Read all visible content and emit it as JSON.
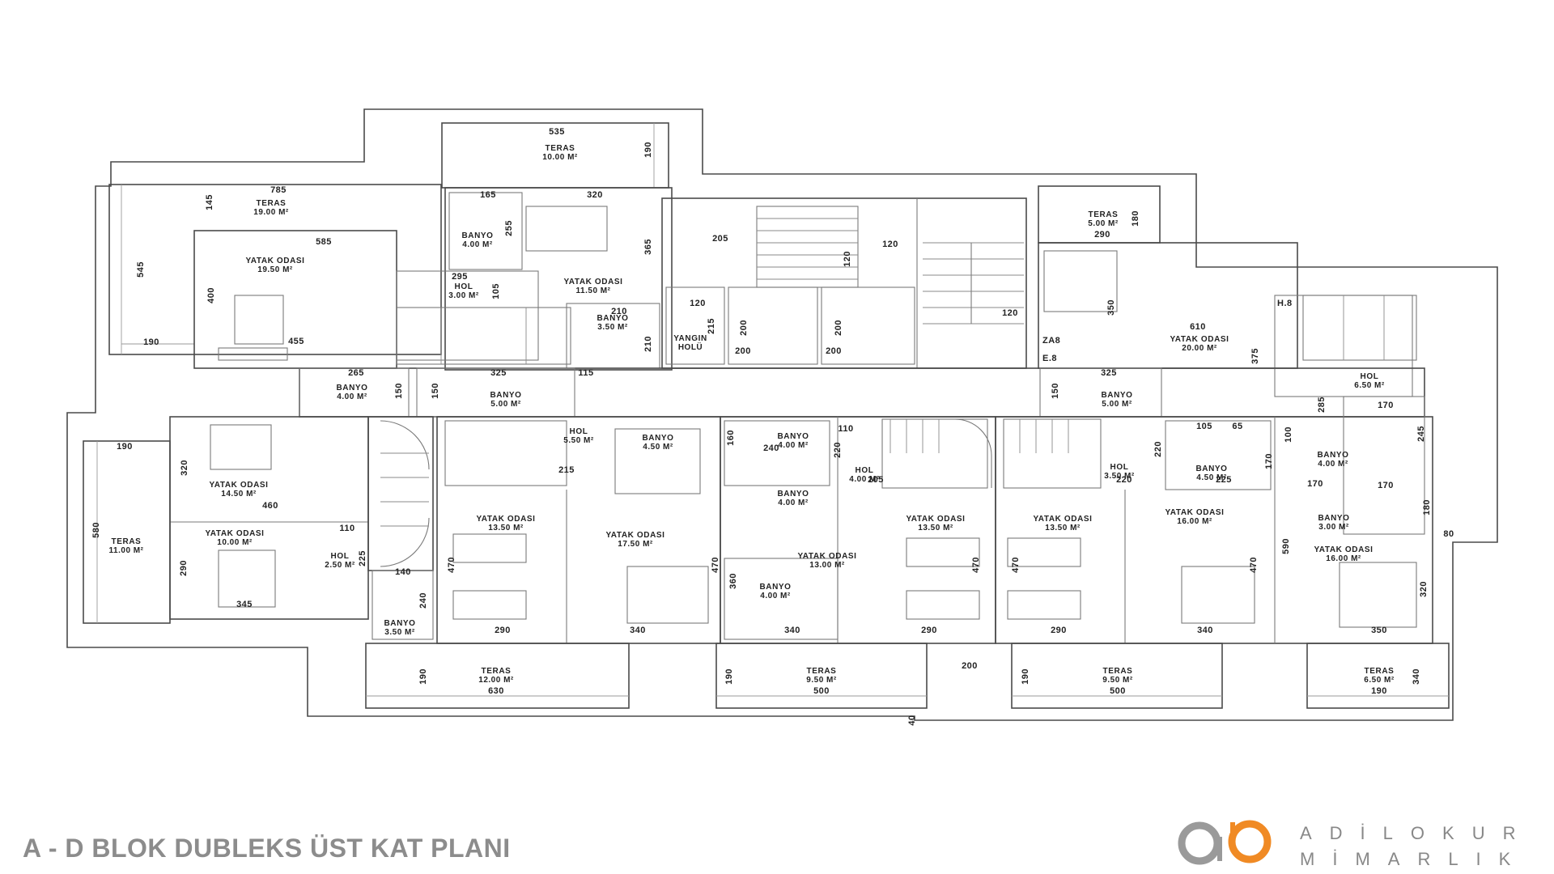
{
  "title": "A - D BLOK DUBLEKS ÜST KAT PLANI",
  "brand": {
    "line1": "ADİLOKUR",
    "line2": "MİMARLIK",
    "logo_icon": "ao-rings-logo",
    "colors": {
      "ring_gray": "#9a9a9a",
      "ring_orange": "#f08a24"
    }
  },
  "rooms": [
    {
      "id": "teras-top",
      "name": "TERAS",
      "area": "10.00 M²"
    },
    {
      "id": "teras-nw",
      "name": "TERAS",
      "area": "19.00 M²"
    },
    {
      "id": "banyo-a1",
      "name": "BANYO",
      "area": "4.00 M²"
    },
    {
      "id": "yatak-a1",
      "name": "YATAK ODASI",
      "area": "19.50 M²"
    },
    {
      "id": "hol-a1",
      "name": "HOL",
      "area": "3.00 M²"
    },
    {
      "id": "yatak-a2",
      "name": "YATAK ODASI",
      "area": "11.50 M²"
    },
    {
      "id": "banyo-a2",
      "name": "BANYO",
      "area": "3.50 M²"
    },
    {
      "id": "yangin",
      "name": "YANGIN",
      "area": "HOLÜ"
    },
    {
      "id": "teras-ne",
      "name": "TERAS",
      "area": "5.00 M²"
    },
    {
      "id": "yatak-d1",
      "name": "YATAK ODASI",
      "area": "20.00 M²"
    },
    {
      "id": "hol-d1",
      "name": "HOL",
      "area": "6.50 M²"
    },
    {
      "id": "banyo-b1",
      "name": "BANYO",
      "area": "4.00 M²"
    },
    {
      "id": "banyo-b2",
      "name": "BANYO",
      "area": "5.00 M²"
    },
    {
      "id": "hol-b1",
      "name": "HOL",
      "area": "5.50 M²"
    },
    {
      "id": "banyo-b3",
      "name": "BANYO",
      "area": "4.50 M²"
    },
    {
      "id": "banyo-c1",
      "name": "BANYO",
      "area": "4.00 M²"
    },
    {
      "id": "hol-c1",
      "name": "HOL",
      "area": "4.00 M²"
    },
    {
      "id": "banyo-c2",
      "name": "BANYO",
      "area": "4.00 M²"
    },
    {
      "id": "banyo-d2",
      "name": "BANYO",
      "area": "5.00 M²"
    },
    {
      "id": "hol-d2",
      "name": "HOL",
      "area": "3.50 M²"
    },
    {
      "id": "banyo-d3",
      "name": "BANYO",
      "area": "4.50 M²"
    },
    {
      "id": "banyo-d4",
      "name": "BANYO",
      "area": "4.00 M²"
    },
    {
      "id": "banyo-d5",
      "name": "BANYO",
      "area": "3.00 M²"
    },
    {
      "id": "yatak-b1",
      "name": "YATAK ODASI",
      "area": "14.50 M²"
    },
    {
      "id": "teras-w",
      "name": "TERAS",
      "area": "11.00 M²"
    },
    {
      "id": "yatak-b2",
      "name": "YATAK ODASI",
      "area": "10.00 M²"
    },
    {
      "id": "hol-b2",
      "name": "HOL",
      "area": "2.50 M²"
    },
    {
      "id": "banyo-b4",
      "name": "BANYO",
      "area": "3.50 M²"
    },
    {
      "id": "yatak-b3",
      "name": "YATAK ODASI",
      "area": "13.50 M²"
    },
    {
      "id": "yatak-b4",
      "name": "YATAK ODASI",
      "area": "17.50 M²"
    },
    {
      "id": "yatak-c1",
      "name": "YATAK ODASI",
      "area": "13.00 M²"
    },
    {
      "id": "banyo-c3",
      "name": "BANYO",
      "area": "4.00 M²"
    },
    {
      "id": "yatak-c2",
      "name": "YATAK ODASI",
      "area": "13.50 M²"
    },
    {
      "id": "yatak-d3",
      "name": "YATAK ODASI",
      "area": "13.50 M²"
    },
    {
      "id": "yatak-d4",
      "name": "YATAK ODASI",
      "area": "16.00 M²"
    },
    {
      "id": "yatak-d5",
      "name": "YATAK ODASI",
      "area": "16.00 M²"
    },
    {
      "id": "teras-s1",
      "name": "TERAS",
      "area": "12.00 M²"
    },
    {
      "id": "teras-s2",
      "name": "TERAS",
      "area": "9.50 M²"
    },
    {
      "id": "teras-s3",
      "name": "TERAS",
      "area": "9.50 M²"
    },
    {
      "id": "teras-s4",
      "name": "TERAS",
      "area": "6.50 M²"
    }
  ],
  "dims": [
    "535",
    "190",
    "785",
    "145",
    "165",
    "320",
    "585",
    "255",
    "545",
    "400",
    "295",
    "105",
    "365",
    "190",
    "455",
    "210",
    "210",
    "205",
    "120",
    "120",
    "120",
    "215",
    "200",
    "200",
    "200",
    "200",
    "120",
    "180",
    "290",
    "350",
    "610",
    "375",
    "265",
    "325",
    "115",
    "150",
    "150",
    "325",
    "150",
    "285",
    "100",
    "170",
    "245",
    "160",
    "110",
    "240",
    "220",
    "105",
    "65",
    "220",
    "170",
    "215",
    "205",
    "220",
    "225",
    "170",
    "170",
    "180",
    "190",
    "320",
    "460",
    "110",
    "290",
    "580",
    "345",
    "140",
    "240",
    "225",
    "470",
    "290",
    "340",
    "360",
    "470",
    "470",
    "340",
    "290",
    "470",
    "290",
    "470",
    "340",
    "590",
    "320",
    "350",
    "80",
    "190",
    "630",
    "190",
    "500",
    "200",
    "190",
    "500",
    "340",
    "190",
    "40"
  ],
  "labels": {
    "h8": "H.8",
    "zab": "ZA8",
    "e8": "E.8"
  }
}
